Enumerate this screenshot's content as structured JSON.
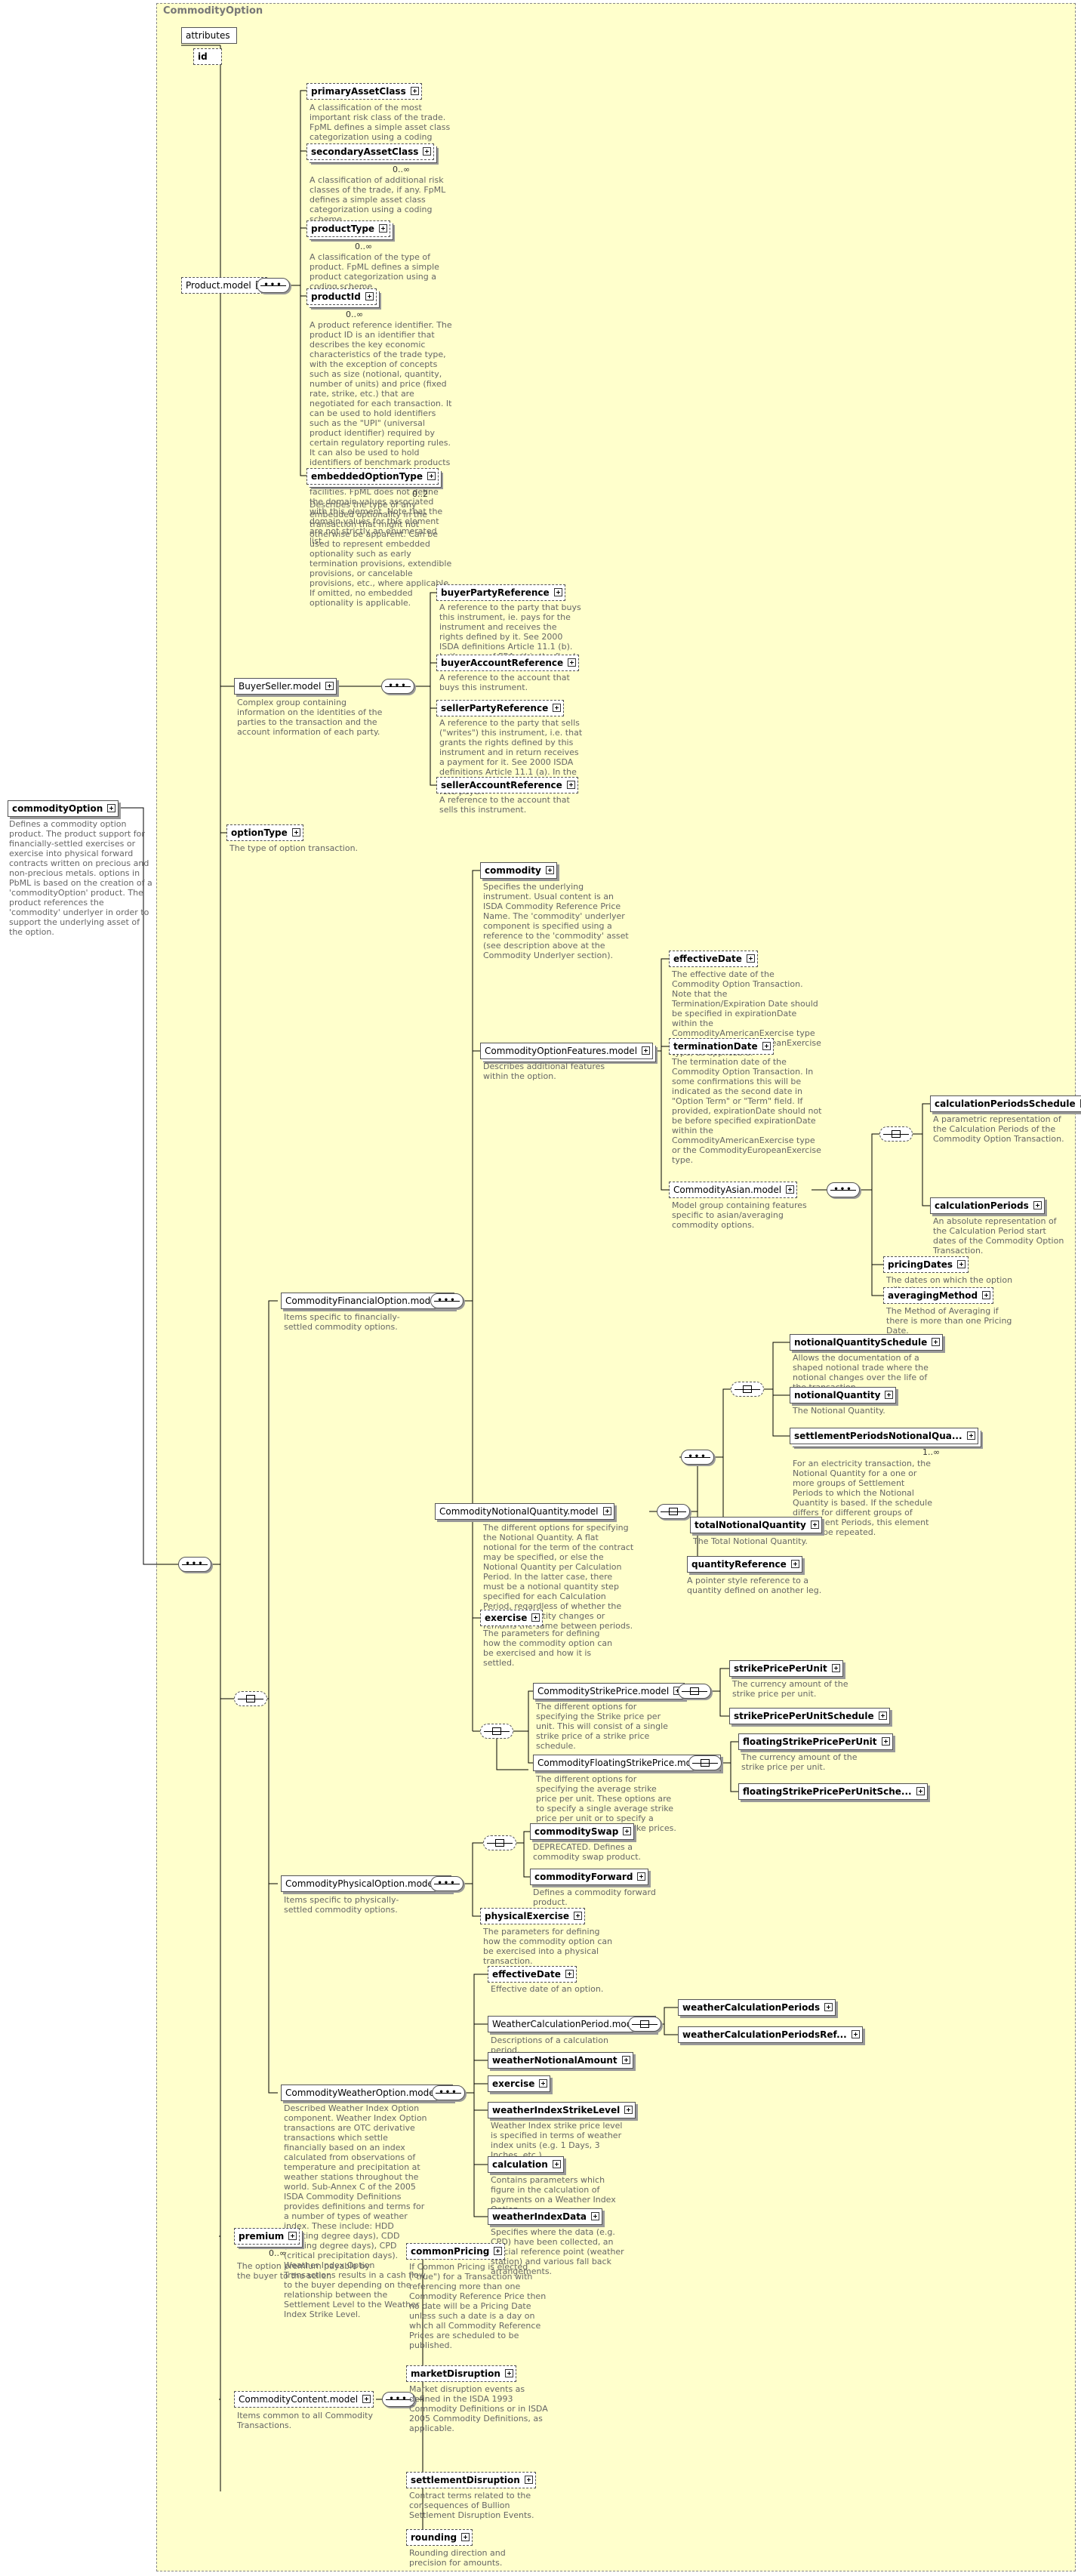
{
  "diagram": {
    "frame_title": "CommodityOption",
    "root": {
      "name": "commodityOption",
      "desc": "Defines a commodity option product. The product support for financially-settled exercises or exercise into physical forward contracts written on precious and non-precious metals. options in PbML is based on the creation of a 'commodityOption' product. The product references the 'commodity' underlyer in order to support the underlying asset of the option."
    },
    "attributes": {
      "label": "attributes",
      "id": "id"
    },
    "nodes": {
      "product_model": {
        "name": "Product.model"
      },
      "primaryAssetClass": {
        "name": "primaryAssetClass",
        "desc": "A classification of the most important risk class of the trade. FpML defines a simple asset class categorization using a coding scheme."
      },
      "secondaryAssetClass": {
        "name": "secondaryAssetClass",
        "occ": "0..∞",
        "desc": "A classification of additional risk classes of the trade, if any. FpML defines a simple asset class categorization using a coding scheme."
      },
      "productType": {
        "name": "productType",
        "occ": "0..∞",
        "desc": "A classification of the type of product. FpML defines a simple product categorization using a coding scheme."
      },
      "productId": {
        "name": "productId",
        "occ": "0..∞",
        "desc": "A product reference identifier. The product ID is an identifier that describes the key economic characteristics of the trade type, with the exception of concepts such as size (notional, quantity, number of units) and price (fixed rate, strike, etc.) that are negotiated for each transaction. It can be used to hold identifiers such as the \"UPI\" (universal product identifier) required by certain regulatory reporting rules. It can also be used to hold identifiers of benchmark products or product temnplates used by certain trading systems or facilities. FpML does not define the domain values associated with this element. Note that the domain values for this element are not strictly an enumerated list."
      },
      "embeddedOptionType": {
        "name": "embeddedOptionType",
        "occ": "0..2",
        "desc": "Describes the type of any embedded optionality in the transaction that might not otherwise be apparent. Can be used to represent embedded optionality such as early termination provisions, extendible provisions, or cancelable provisions, etc., where applicable. If omitted, no embedded optionality is applicable."
      },
      "buyerseller_model": {
        "name": "BuyerSeller.model",
        "desc": "Complex group containing information on the identities of the parties to the transaction and the account information of each party."
      },
      "buyerPartyReference": {
        "name": "buyerPartyReference",
        "desc": "A reference to the party that buys this instrument, ie. pays for the instrument and receives the rights defined by it. See 2000 ISDA definitions Article 11.1 (b). In the case of FRAs this the fixed rate payer."
      },
      "buyerAccountReference": {
        "name": "buyerAccountReference",
        "desc": "A reference to the account that buys this instrument."
      },
      "sellerPartyReference": {
        "name": "sellerPartyReference",
        "desc": "A reference to the party that sells (\"writes\") this instrument, i.e. that grants the rights defined by this instrument and in return receives a payment for it. See 2000 ISDA definitions Article 11.1 (a). In the case of FRAs this is the floating rate payer."
      },
      "sellerAccountReference": {
        "name": "sellerAccountReference",
        "desc": "A reference to the account that sells this instrument."
      },
      "optionType": {
        "name": "optionType",
        "desc": "The type of option transaction."
      },
      "commodity": {
        "name": "commodity",
        "desc": "Specifies the underlying instrument. Usual content is an ISDA Commodity Reference Price Name. The 'commodity' underlyer component is specified using a reference to the 'commodity' asset (see description above at the Commodity Underlyer section)."
      },
      "features_model": {
        "name": "CommodityOptionFeatures.model",
        "desc": "Describes additional features within the option."
      },
      "effectiveDate1": {
        "name": "effectiveDate",
        "desc": "The effective date of the Commodity Option Transaction. Note that the Termination/Expiration Date should be specified in expirationDate within the CommodityAmericanExercise type or the CommodityEuropeanExercise type, as applicable."
      },
      "terminationDate": {
        "name": "terminationDate",
        "desc": "The termination date of the Commodity Option Transaction. In some confirmations this will be indicated as the second date in \"Option Term\" or \"Term\" field. If provided, expirationDate should not be before specified expirationDate within the CommodityAmericanExercise type or the CommodityEuropeanExercise type."
      },
      "asian_model": {
        "name": "CommodityAsian.model",
        "desc": "Model group containing features specific to asian/averaging commodity options."
      },
      "calculationPeriodsSchedule": {
        "name": "calculationPeriodsSchedule",
        "desc": "A parametric representation of the Calculation Periods of the Commodity Option Transaction."
      },
      "calculationPeriods": {
        "name": "calculationPeriods",
        "desc": "An absolute representation of the Calculation Period start dates of the Commodity Option Transaction."
      },
      "pricingDates": {
        "name": "pricingDates",
        "desc": "The dates on which the option will price."
      },
      "averagingMethod": {
        "name": "averagingMethod",
        "desc": "The Method of Averaging if there is more than one Pricing Date."
      },
      "financial_model": {
        "name": "CommodityFinancialOption.model",
        "desc": "Items specific to financially-settled commodity options."
      },
      "notionalQuantitySchedule": {
        "name": "notionalQuantitySchedule",
        "desc": "Allows the documentation of a shaped notional trade where the notional changes over the life of the transaction."
      },
      "notionalQuantity": {
        "name": "notionalQuantity",
        "desc": "The Notional Quantity."
      },
      "settlementPeriodsNotionalQua": {
        "name": "settlementPeriodsNotionalQua...",
        "occ": "1..∞",
        "desc": "For an electricity transaction, the Notional Quantity for a one or more groups of Settlement Periods to which the Notional Quantity is based. If the schedule differs for different groups of Settlement Periods, this element should be repeated."
      },
      "totalNotionalQuantity": {
        "name": "totalNotionalQuantity",
        "desc": "The Total Notional Quantity."
      },
      "quantityReference": {
        "name": "quantityReference",
        "desc": "A pointer style reference to a quantity defined on another leg."
      },
      "notional_model": {
        "name": "CommodityNotionalQuantity.model",
        "desc": "The different options for specifying the Notional Quantity. A flat notional for the term of the contract may be specified, or else the Notional Quantity per Calculation Period. In the latter case, there must be a notional quantity step specified for each Calculation Period, regardless of whether the Notional Quantity changes or remains the same between periods."
      },
      "exercise1": {
        "name": "exercise",
        "desc": "The parameters for defining how the commodity option can be exercised and how it is settled."
      },
      "strike_model": {
        "name": "CommodityStrikePrice.model",
        "desc": "The different options for specifying the Strike price per unit. This will consist of a single strike price of a strike price schedule."
      },
      "strikePricePerUnit": {
        "name": "strikePricePerUnit",
        "desc": "The currency amount of the strike price per unit."
      },
      "strikePricePerUnitSchedule": {
        "name": "strikePricePerUnitSchedule",
        "desc": ""
      },
      "floatingstrike_model": {
        "name": "CommodityFloatingStrikePrice.model",
        "desc": "The different options for specifying the average strike price per unit. These options are to specify a single average strike price per unit or to specify a schedule of average strike prices."
      },
      "floatingStrikePricePerUnit": {
        "name": "floatingStrikePricePerUnit",
        "desc": "The currency amount of the strike price per unit."
      },
      "floatingStrikePricePerUnitSche": {
        "name": "floatingStrikePricePerUnitSche..."
      },
      "physical_model": {
        "name": "CommodityPhysicalOption.model",
        "desc": "Items specific to physically-settled commodity options."
      },
      "commoditySwap": {
        "name": "commoditySwap",
        "desc": "DEPRECATED. Defines a commodity swap product."
      },
      "commodityForward": {
        "name": "commodityForward",
        "desc": "Defines a commodity forward product."
      },
      "physicalExercise": {
        "name": "physicalExercise",
        "desc": "The parameters for defining how the commodity option can be exercised into a physical transaction."
      },
      "weather_model": {
        "name": "CommodityWeatherOption.model",
        "desc": "Described Weather Index Option component. Weather Index Option transactions are OTC derivative transactions which settle financially based on an index calculated from observations of temperature and precipitation at weather stations throughout the world. Sub-Annex C of the 2005 ISDA Commodity Definitions provides definitions and terms for a number of types of weather index. These include: HDD (heating degree days), CDD (cooling degree days), CPD (critical precipitation days). Weather Index Option Transactions results in a cash flow to the buyer depending on the relationship between the Settlement Level to the Weather Index Strike Level."
      },
      "effectiveDate2": {
        "name": "effectiveDate",
        "desc": "Effective date of an option."
      },
      "weathercalc_model": {
        "name": "WeatherCalculationPeriod.model",
        "desc": "Descriptions of a calculation period."
      },
      "weatherCalculationPeriods": {
        "name": "weatherCalculationPeriods"
      },
      "weatherCalculationPeriodsRef": {
        "name": "weatherCalculationPeriodsRef..."
      },
      "weatherNotionalAmount": {
        "name": "weatherNotionalAmount"
      },
      "exercise2": {
        "name": "exercise"
      },
      "weatherIndexStrikeLevel": {
        "name": "weatherIndexStrikeLevel",
        "desc": "Weather Index strike price level is specified in terms of weather index units (e.g. 1 Days, 3 Inches, etc.)"
      },
      "calculation": {
        "name": "calculation",
        "desc": "Contains parameters which figure in the calculation of payments on a Weather Index Option."
      },
      "weatherIndexData": {
        "name": "weatherIndexData",
        "desc": "Specifies where the data (e.g. CPD) have been collected, an official reference point (weather station) and various fall back arrangements."
      },
      "premium": {
        "name": "premium",
        "occ": "0..∞",
        "desc": "The option premium payable by the buyer to the seller."
      },
      "content_model": {
        "name": "CommodityContent.model",
        "desc": "Items common to all Commodity Transactions."
      },
      "commonPricing": {
        "name": "commonPricing",
        "desc": "If Common Pricing is elected (\"true\") for a Transaction with referencing more than one Commodity Reference Price then no date will be a Pricing Date unless such a date is a day on which all Commodity Reference Prices are scheduled to be published."
      },
      "marketDisruption": {
        "name": "marketDisruption",
        "desc": "Market disruption events as defined in the ISDA 1993 Commodity Definitions or in ISDA 2005 Commodity Definitions, as applicable."
      },
      "settlementDisruption": {
        "name": "settlementDisruption",
        "desc": "Contract terms related to the consequences of Bullion Settlement Disruption Events."
      },
      "rounding": {
        "name": "rounding",
        "desc": "Rounding direction and precision for amounts."
      }
    }
  }
}
